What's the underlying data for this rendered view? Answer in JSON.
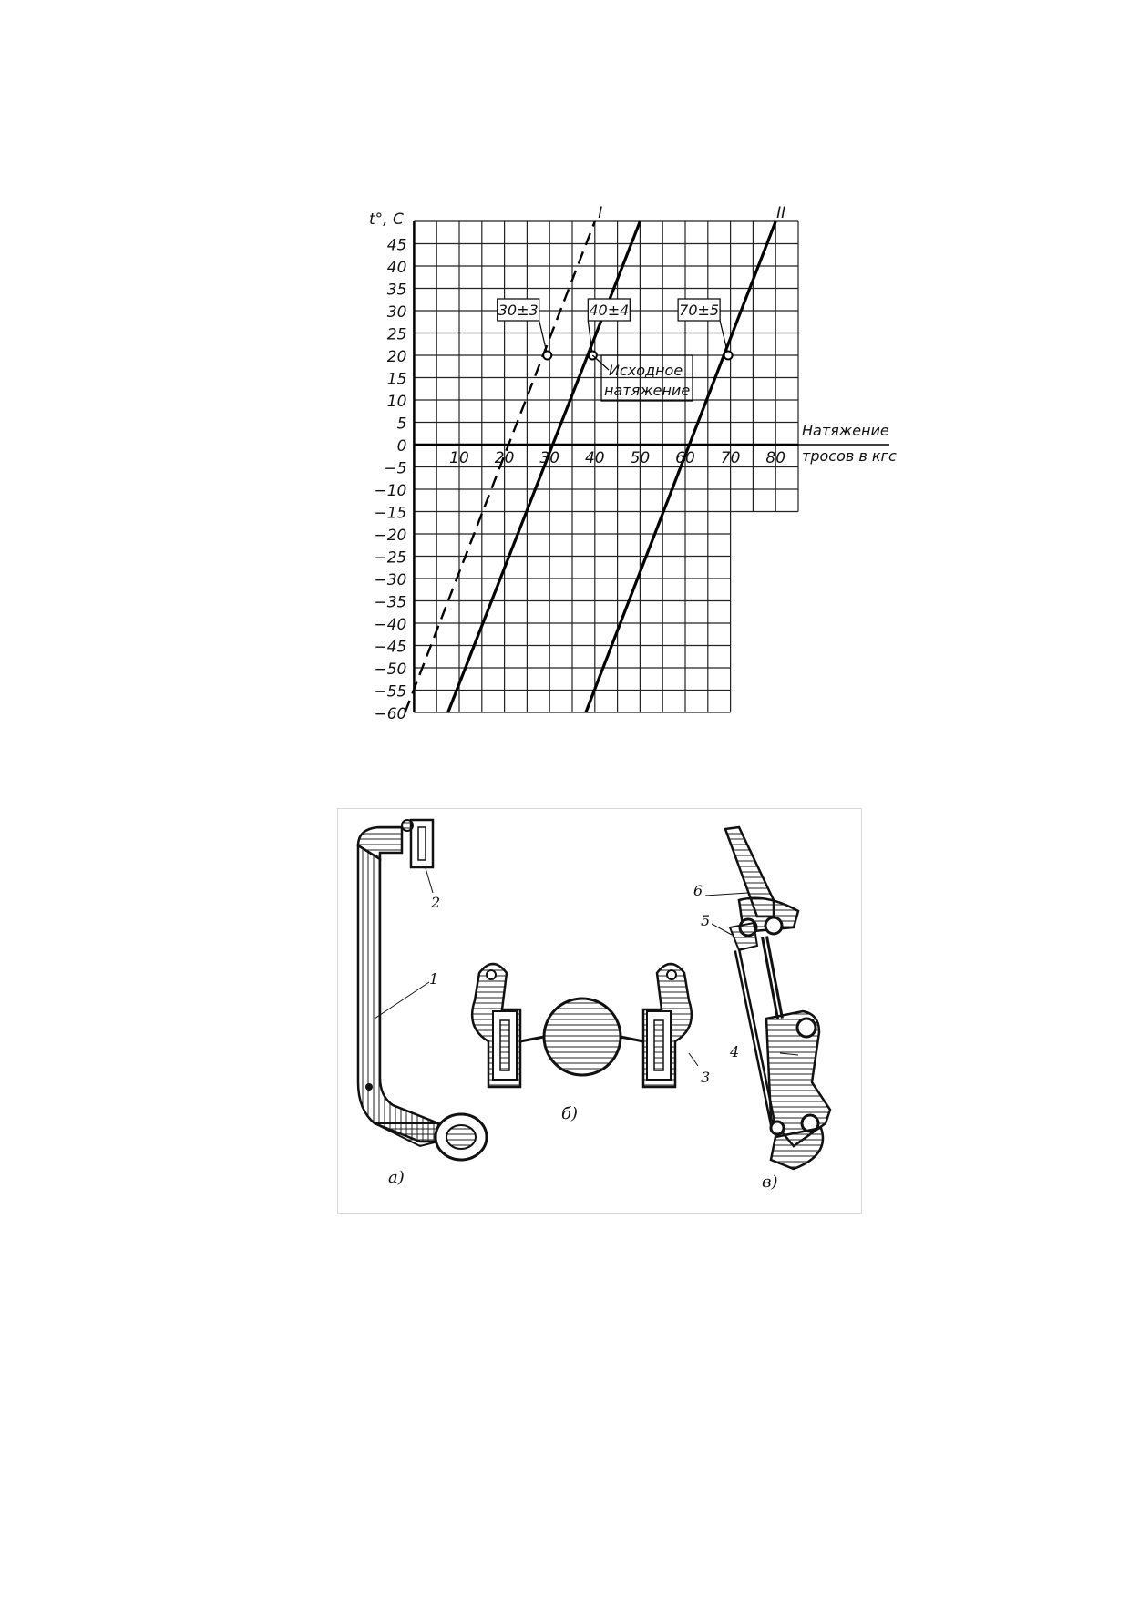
{
  "chart_data": {
    "type": "line",
    "title": "",
    "ylabel": "t°, C",
    "xlabel": "Натяжение тросов в кгс",
    "xlabel_lines": [
      "Натяжение",
      "тросов в кгс"
    ],
    "xlim": [
      -2.5,
      85
    ],
    "ylim": [
      -60,
      50
    ],
    "x_ticks": [
      10,
      20,
      30,
      40,
      50,
      60,
      70,
      80
    ],
    "y_ticks": [
      45,
      40,
      35,
      30,
      25,
      20,
      15,
      10,
      5,
      0,
      -5,
      -10,
      -15,
      -20,
      -25,
      -30,
      -35,
      -40,
      -45,
      -50,
      -55,
      -60
    ],
    "grid": true,
    "series": [
      {
        "name": "I",
        "style": "dashed",
        "x": [
          -2,
          40
        ],
        "y": [
          -60,
          50
        ]
      },
      {
        "name": "",
        "style": "solid",
        "x": [
          7.5,
          50
        ],
        "y": [
          -60,
          50
        ]
      },
      {
        "name": "II",
        "style": "solid",
        "x": [
          38,
          80
        ],
        "y": [
          -60,
          50
        ]
      }
    ],
    "annotations": [
      {
        "label": "30±3",
        "x": 29.5,
        "y": 20
      },
      {
        "label": "40±4",
        "x": 39.5,
        "y": 20
      },
      {
        "label": "70±5",
        "x": 69.5,
        "y": 20
      }
    ],
    "annotation_note_lines": [
      "Исходное",
      "натяжение"
    ]
  },
  "figure": {
    "part_labels": [
      "1",
      "2",
      "3",
      "4",
      "5",
      "6"
    ],
    "view_labels": [
      "а)",
      "б)",
      "в)"
    ]
  }
}
